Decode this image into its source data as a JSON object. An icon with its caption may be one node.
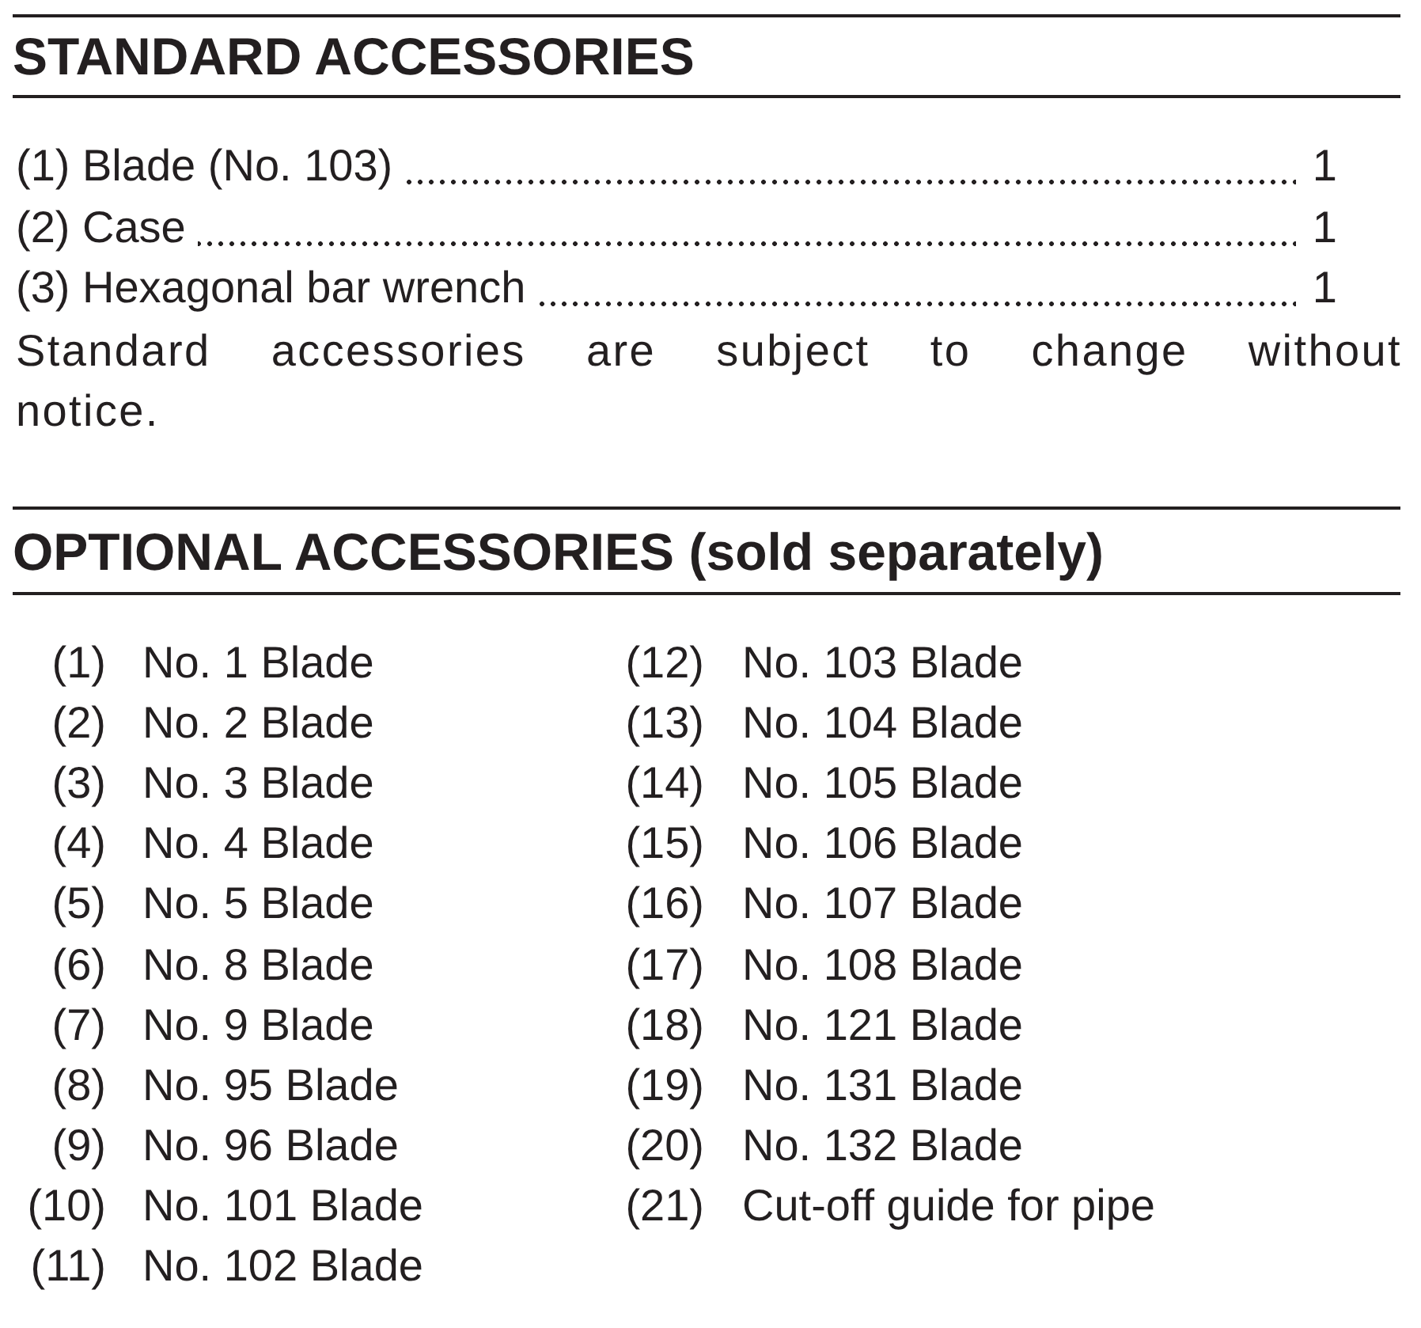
{
  "diagram": {
    "title": "STANDARD ACCESSORIES",
    "labels": [
      "(1) Blade (No. 103)",
      "1",
      "(2) Case",
      "1",
      "(3) Hexagonal bar wrench",
      "1",
      "Standard accessories are subject to change without notice.",
      "OPTIONAL ACCESSORIES (sold separately)",
      "(1)",
      "No. 1 Blade",
      "(12)",
      "No. 103 Blade",
      "(2)",
      "No. 2 Blade",
      "(13)",
      "No. 104 Blade",
      "(3)",
      "No. 3 Blade",
      "(14)",
      "No. 105 Blade",
      "(4)",
      "No. 4 Blade",
      "(15)",
      "No. 106 Blade",
      "(5)",
      "No. 5 Blade",
      "(16)",
      "No. 107 Blade",
      "(6)",
      "No. 8 Blade",
      "(17)",
      "No. 108 Blade",
      "(7)",
      "No. 9 Blade",
      "(18)",
      "No. 121 Blade",
      "(8)",
      "No. 95 Blade",
      "(19)",
      "No. 131 Blade",
      "(9)",
      "No. 96 Blade",
      "(20)",
      "No. 132 Blade",
      "(10)",
      "No. 101 Blade",
      "(21)",
      "Cut-off guide for pipe",
      "(11)",
      "No. 102 Blade"
    ]
  }
}
